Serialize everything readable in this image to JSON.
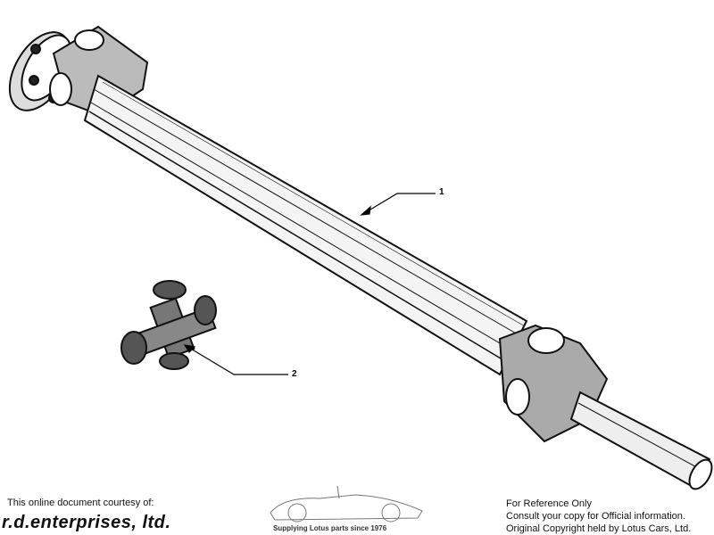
{
  "callouts": [
    {
      "number": "1",
      "part": "propeller-shaft"
    },
    {
      "number": "2",
      "part": "universal-joint"
    }
  ],
  "footer": {
    "courtesy": "This online document courtesy of:",
    "company": "r.d.enterprises, ltd.",
    "tagline": "Supplying Lotus parts since 1976",
    "notes": [
      "For Reference Only",
      "Consult your copy for Official information.",
      "Original Copyright held by Lotus Cars, Ltd."
    ]
  }
}
